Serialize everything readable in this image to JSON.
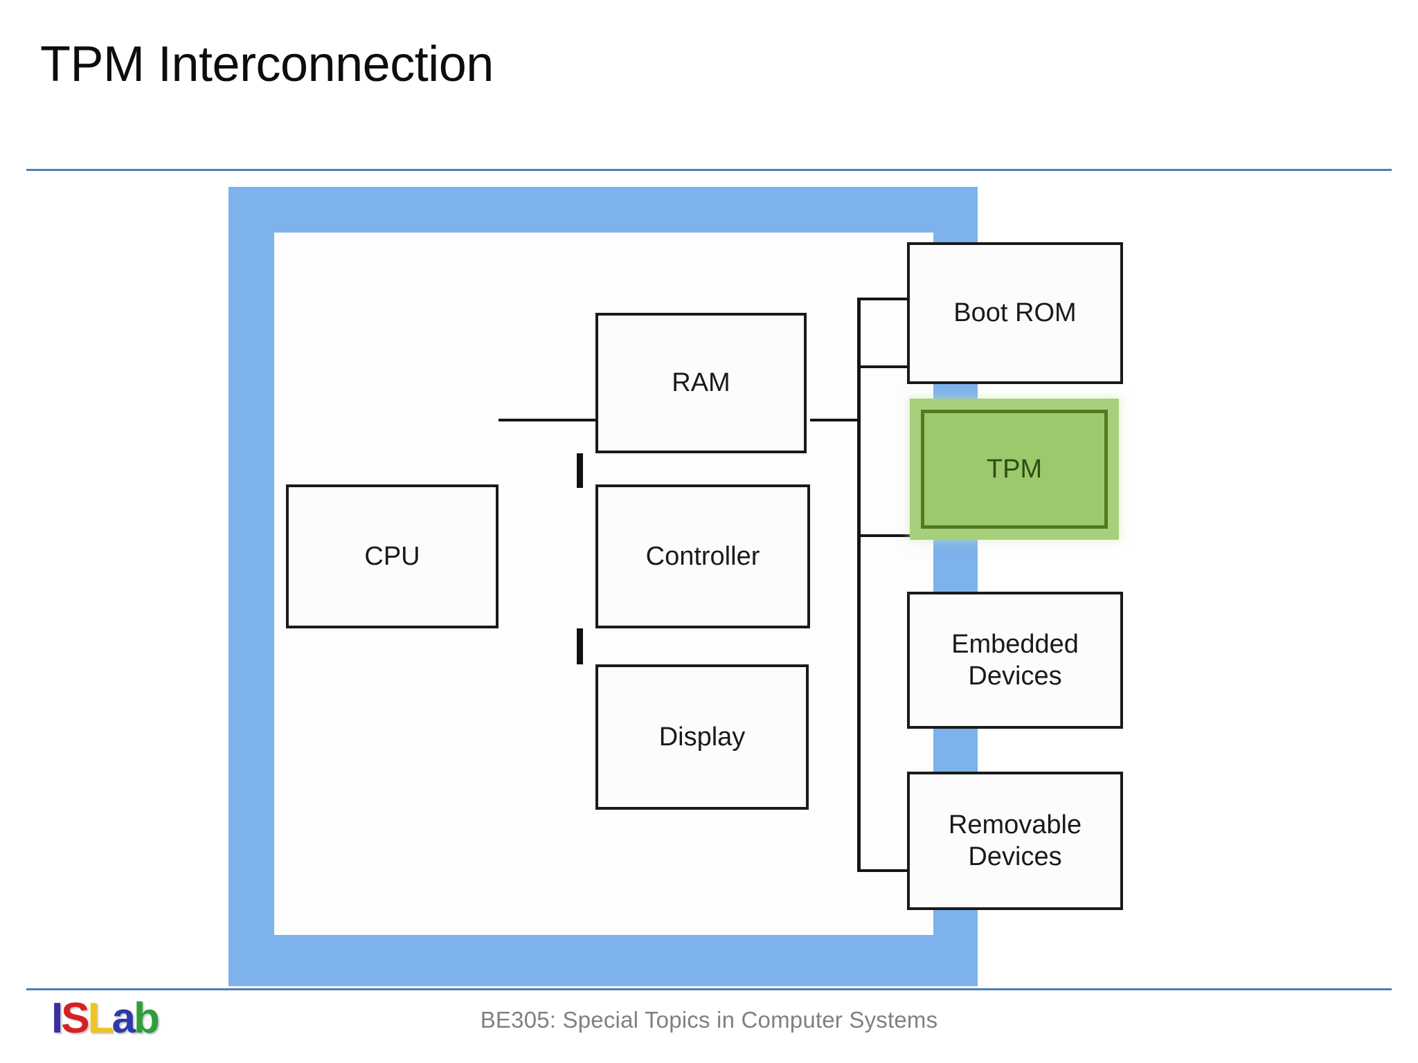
{
  "slide": {
    "title": "TPM Interconnection",
    "footer_text": "BE305: Special Topics in Computer Systems",
    "accent_color": "#4a7ebb",
    "frame_color": "#7db2ed",
    "panel_color": "#fdfdfd",
    "highlight_fill": "#9dc96d",
    "highlight_border": "#4f7a22"
  },
  "logo": {
    "letters": [
      {
        "char": "I",
        "color": "#3b2f9e"
      },
      {
        "char": "S",
        "color": "#d81f26"
      },
      {
        "char": "L",
        "color": "#f0c420"
      },
      {
        "char": "a",
        "color": "#2d3aa8"
      },
      {
        "char": "b",
        "color": "#2f9e3b"
      }
    ],
    "text": "ISLab"
  },
  "diagram": {
    "type": "block-diagram",
    "nodes": [
      {
        "id": "cpu",
        "label": "CPU",
        "highlight": false
      },
      {
        "id": "ram",
        "label": "RAM",
        "highlight": false
      },
      {
        "id": "controller",
        "label": "Controller",
        "highlight": false
      },
      {
        "id": "display",
        "label": "Display",
        "highlight": false
      },
      {
        "id": "bootrom",
        "label": "Boot ROM",
        "highlight": false
      },
      {
        "id": "tpm",
        "label": "TPM",
        "highlight": true
      },
      {
        "id": "embedded",
        "label": "Embedded\nDevices",
        "highlight": false
      },
      {
        "id": "removable",
        "label": "Removable\nDevices",
        "highlight": false
      }
    ],
    "node_labels": {
      "cpu": "CPU",
      "ram": "RAM",
      "controller": "Controller",
      "display": "Display",
      "bootrom": "Boot ROM",
      "tpm": "TPM",
      "embedded_line1": "Embedded",
      "embedded_line2": "Devices",
      "removable_line1": "Removable",
      "removable_line2": "Devices"
    },
    "edges": [
      {
        "from": "cpu",
        "to": "controller"
      },
      {
        "from": "ram",
        "to": "controller"
      },
      {
        "from": "controller",
        "to": "display"
      },
      {
        "from": "controller",
        "to": "bus"
      },
      {
        "from": "bus",
        "to": "bootrom"
      },
      {
        "from": "bus",
        "to": "tpm"
      },
      {
        "from": "bus",
        "to": "embedded"
      },
      {
        "from": "bus",
        "to": "removable"
      }
    ]
  }
}
